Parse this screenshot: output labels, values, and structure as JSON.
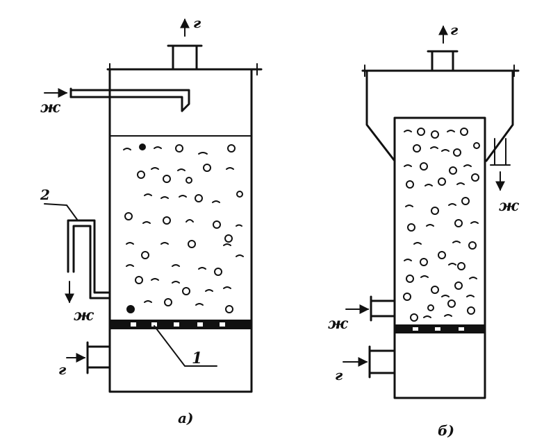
{
  "labels": {
    "gas": "г",
    "liquid": "ж",
    "item_1": "1",
    "item_2": "2",
    "caption_a": "а)",
    "caption_b": "б)"
  }
}
